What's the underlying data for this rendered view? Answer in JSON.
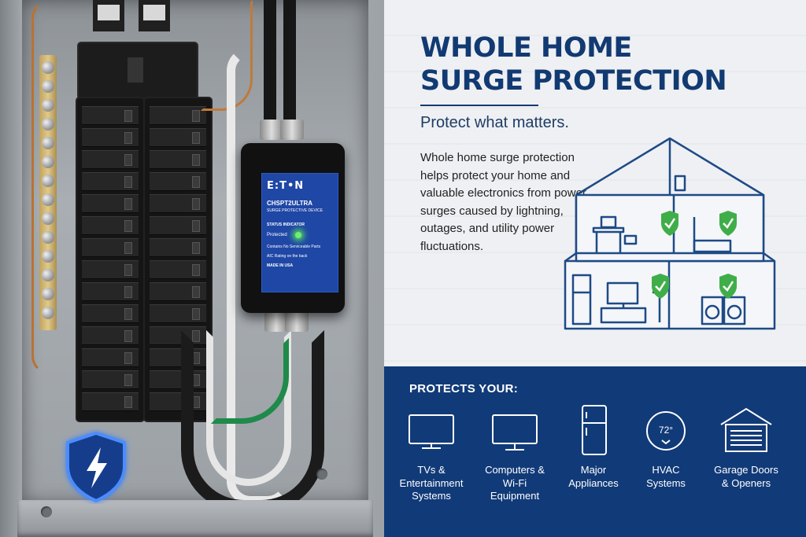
{
  "headline": {
    "line1": "WHOLE HOME",
    "line2": "SURGE PROTECTION"
  },
  "tagline": "Protect what matters.",
  "body": "Whole home surge protection helps protect your home and valuable electronics from power surges caused by lightning, outages, and utility power fluctuations.",
  "device": {
    "brand": "E:T•N",
    "model": "CHSPT2ULTRA",
    "description": "SURGE PROTECTIVE DEVICE",
    "status_heading": "STATUS INDICATOR",
    "status_value": "Protected",
    "note1": "Contains No Serviceable Parts",
    "note2": "AIC Rating on the back",
    "note3": "MADE IN USA"
  },
  "protects": {
    "title": "PROTECTS YOUR:",
    "items": [
      {
        "label": "TVs &\nEntertainment\nSystems",
        "icon": "tv-icon"
      },
      {
        "label": "Computers &\nWi-Fi\nEquipment",
        "icon": "computer-monitor-icon"
      },
      {
        "label": "Major\nAppliances",
        "icon": "refrigerator-icon"
      },
      {
        "label": "HVAC\nSystems",
        "icon": "thermostat-icon",
        "reading": "72°"
      },
      {
        "label": "Garage Doors\n& Openers",
        "icon": "garage-icon"
      }
    ]
  },
  "colors": {
    "brand_navy": "#123a72",
    "band_navy": "#113a78",
    "device_blue": "#1f47a6",
    "check_green": "#3fae49",
    "led_green": "#6df06d"
  }
}
